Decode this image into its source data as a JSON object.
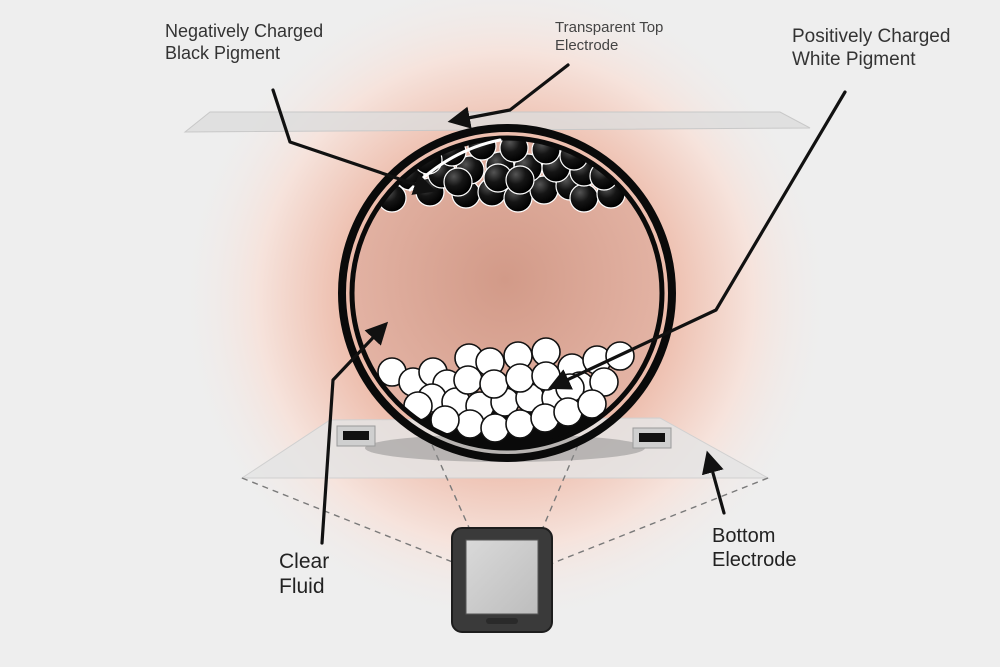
{
  "labels": {
    "negative_pigment": {
      "line1": "Negatively Charged",
      "line2": "Black Pigment"
    },
    "top_electrode": {
      "line1": "Transparent Top",
      "line2": "Electrode"
    },
    "positive_pigment": {
      "line1": "Positively Charged",
      "line2": "White Pigment"
    },
    "clear_fluid": {
      "line1": "Clear",
      "line2": "Fluid"
    },
    "bottom_electrode": {
      "line1": "Bottom",
      "line2": "Electrode"
    }
  },
  "colors": {
    "background": "#eeeeee",
    "glow": "#e8a48c",
    "capsule_outline": "#0a0a0a",
    "black_pigment": "#0d0d0d",
    "white_pigment": "#ffffff",
    "electrode_plate": "#d8d8d8",
    "text": "#333333"
  }
}
